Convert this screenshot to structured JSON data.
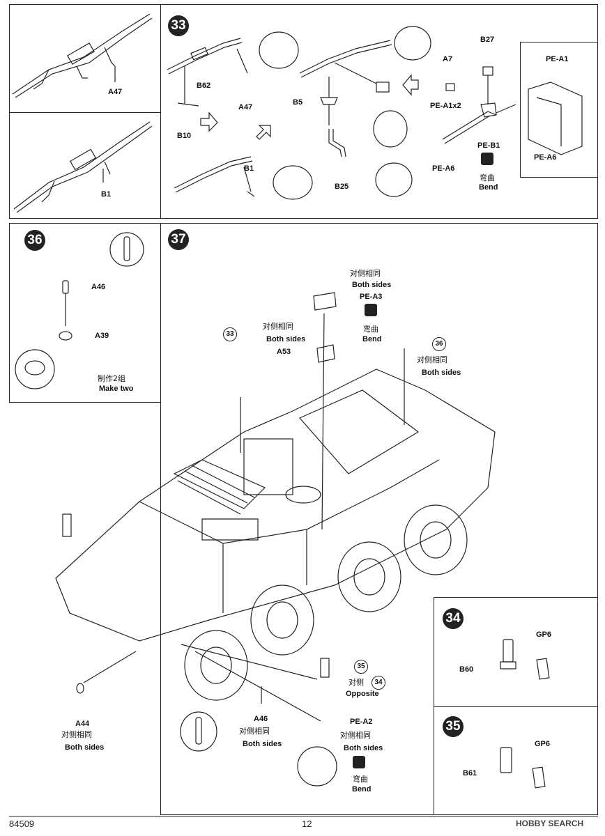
{
  "page": {
    "code": "84509",
    "number": "12",
    "watermark": "HOBBY SEARCH"
  },
  "panel_a47": {
    "part": "A47"
  },
  "panel_b1": {
    "part": "B1"
  },
  "step33": {
    "number": "33",
    "parts": {
      "b62": "B62",
      "a47": "A47",
      "b10": "B10",
      "b1": "B1",
      "b5": "B5",
      "b25": "B25",
      "a7": "A7",
      "b27": "B27",
      "pe_a1x2": "PE-A1x2",
      "pe_a6": "PE-A6",
      "pe_b1": "PE-B1",
      "bend_cn": "弯曲",
      "bend_en": "Bend"
    },
    "inset": {
      "pe_a1": "PE-A1",
      "pe_a6": "PE-A6"
    }
  },
  "step36": {
    "number": "36",
    "a46": "A46",
    "a39": "A39",
    "make_two_cn": "制作2组",
    "make_two_en": "Make two"
  },
  "step37": {
    "number": "37",
    "both_sides_cn": "对侧相同",
    "both_sides_en": "Both sides",
    "pe_a3": "PE-A3",
    "a53": "A53",
    "bend_cn": "弯曲",
    "bend_en": "Bend",
    "ref33": "33",
    "ref36": "36",
    "ref35": "35",
    "ref34": "34",
    "opposite_cn": "对侧",
    "opposite_en": "Opposite",
    "a44": "A44",
    "a46": "A46",
    "pe_a2": "PE-A2"
  },
  "step34": {
    "number": "34",
    "gp6": "GP6",
    "b60": "B60"
  },
  "step35": {
    "number": "35",
    "gp6": "GP6",
    "b61": "B61"
  }
}
